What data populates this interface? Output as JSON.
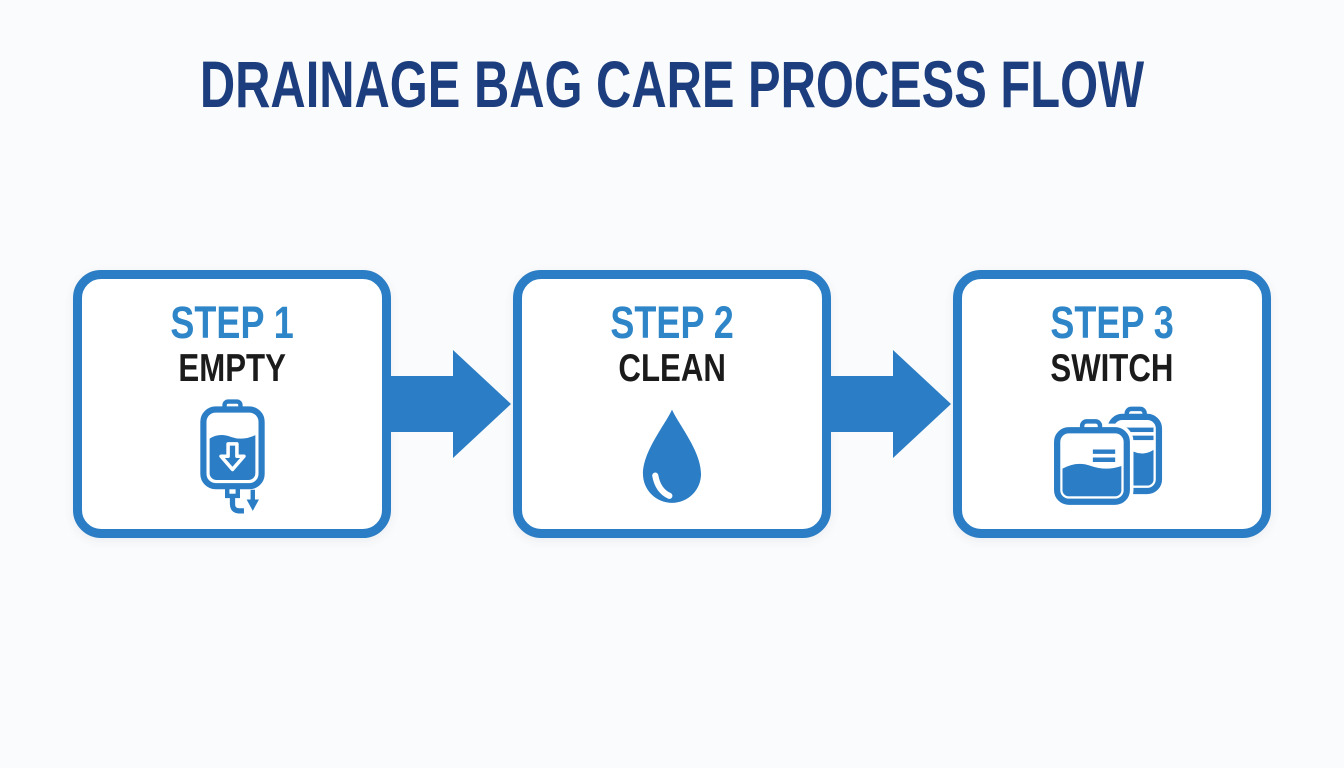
{
  "title": "DRAINAGE BAG CARE PROCESS FLOW",
  "diagram": {
    "type": "process-flow",
    "direction": "left-to-right",
    "steps": [
      {
        "step_label": "STEP 1",
        "name": "EMPTY",
        "icon": "drainage-bag-emptying-icon"
      },
      {
        "step_label": "STEP 2",
        "name": "CLEAN",
        "icon": "water-droplet-icon"
      },
      {
        "step_label": "STEP 3",
        "name": "SWITCH",
        "icon": "two-drainage-bags-icon"
      }
    ],
    "connectors": [
      {
        "from": "STEP 1",
        "to": "STEP 2",
        "type": "arrow-right"
      },
      {
        "from": "STEP 2",
        "to": "STEP 3",
        "type": "arrow-right"
      }
    ]
  },
  "colors": {
    "accent_blue": "#2b7ec5",
    "step_label_blue": "#2e86c8",
    "title_navy": "#1d3e7e",
    "step_name_black": "#1b1b1b",
    "background": "#fafbfc",
    "box_fill": "#ffffff"
  }
}
